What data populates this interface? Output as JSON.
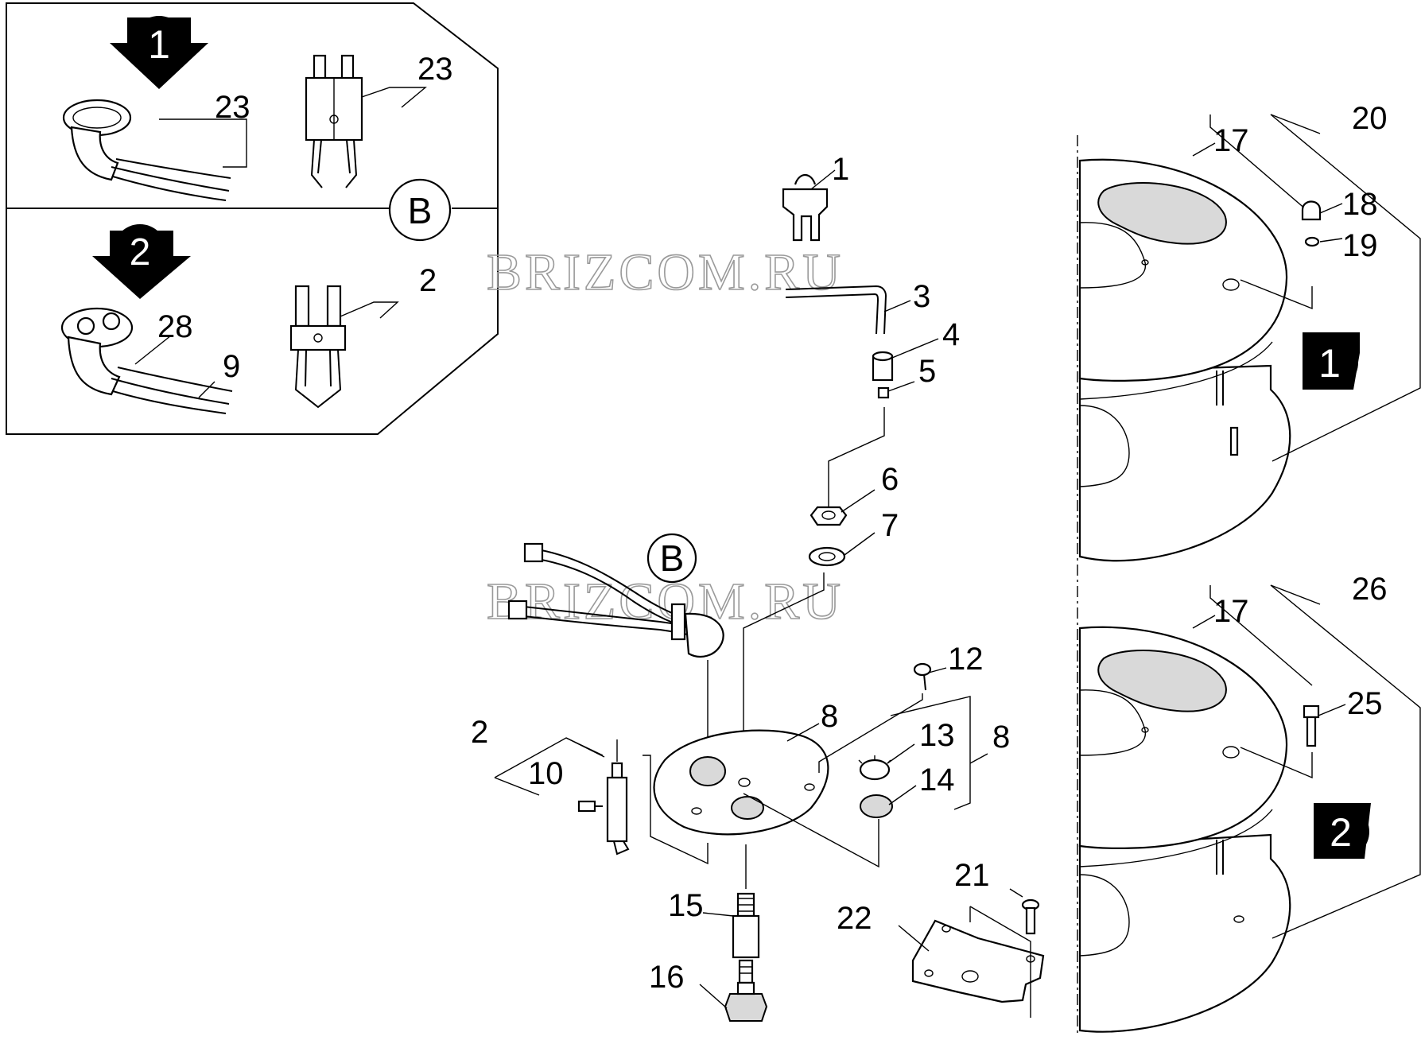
{
  "watermark": "BRIZCOM.RU",
  "inset": {
    "variant_1_marker": "1",
    "variant_2_marker": "2",
    "connector_letter": "B"
  },
  "callouts": {
    "inset_v1_connector": "23",
    "inset_v1_electrode": "23",
    "inset_v2_connector": "28",
    "inset_v2_cable": "9",
    "inset_v2_electrode": "2",
    "p1": "1",
    "p3": "3",
    "p4": "4",
    "p5": "5",
    "p6": "6",
    "p7": "7",
    "cable_letter": "B",
    "p12": "12",
    "p8_plate": "8",
    "p13": "13",
    "p14": "14",
    "p8_group": "8",
    "p2": "2",
    "p10": "10",
    "p15": "15",
    "p16": "16",
    "p21": "21",
    "p22": "22",
    "burner1_group": "20",
    "burner1_disc": "17",
    "p18": "18",
    "p19": "19",
    "burner1_marker": "1",
    "burner2_group": "26",
    "burner2_disc": "17",
    "p25": "25",
    "burner2_marker": "2"
  }
}
